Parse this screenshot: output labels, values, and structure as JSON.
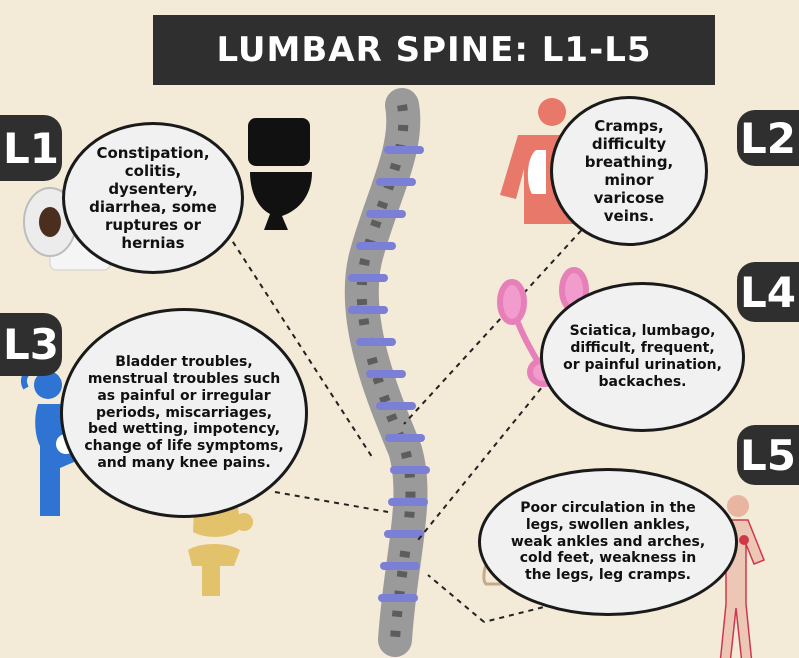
{
  "title": "LUMBAR SPINE: L1-L5",
  "colors": {
    "background": "#f3ead8",
    "dark": "#2f2f2f",
    "bubble": "#f1f1f1",
    "disc": "#7b7fd6",
    "lungs": "#e8786a",
    "kidney": "#e77fb8",
    "pregnant": "#2f74d2",
    "knee": "#e3c26c"
  },
  "sections": [
    {
      "label": "L1",
      "text": "Constipation,\ncolitis,\ndysentery,\ndiarrhea, some\nruptures or\nhernias",
      "icons": [
        "toilet-paper-icon",
        "toilet-icon"
      ]
    },
    {
      "label": "L2",
      "text": "Cramps,\ndifficulty\nbreathing,\nminor\nvaricose\nveins.",
      "icons": [
        "lungs-torso-icon"
      ]
    },
    {
      "label": "L3",
      "text": "Bladder troubles,\nmenstrual troubles such\nas painful or irregular\nperiods, miscarriages,\nbed wetting, impotency,\nchange of life symptoms,\nand many knee pains.",
      "icons": [
        "pregnant-woman-icon",
        "knee-joint-icon"
      ]
    },
    {
      "label": "L4",
      "text": "Sciatica, lumbago,\ndifficult, frequent,\nor painful urination,\nbackaches.",
      "icons": [
        "kidneys-bladder-icon"
      ]
    },
    {
      "label": "L5",
      "text": "Poor circulation in the\nlegs, swollen ankles,\nweak ankles and arches,\ncold feet, weakness in\nthe legs, leg cramps.",
      "icons": [
        "foot-icon",
        "circulatory-system-icon"
      ]
    }
  ]
}
